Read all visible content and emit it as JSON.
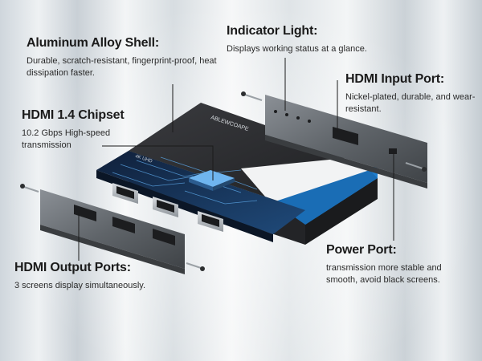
{
  "brand_text": "ABLEWCOAPE",
  "callouts": {
    "shell": {
      "title": "Aluminum Alloy Shell:",
      "desc": "Durable, scratch-resistant, fingerprint-proof, heat dissipation faster."
    },
    "chip": {
      "title": "HDMI 1.4 Chipset",
      "desc": "10.2 Gbps High-speed transmission"
    },
    "light": {
      "title": "Indicator Light:",
      "desc": "Displays working status at a glance."
    },
    "input": {
      "title": "HDMI Input Port:",
      "desc": "Nickel-plated, durable, and wear-resistant."
    },
    "power": {
      "title": "Power Port:",
      "desc": "transmission more stable and smooth, avoid black screens."
    },
    "output": {
      "title": "HDMI Output Ports:",
      "desc": "3 screens display simultaneously."
    }
  },
  "device": {
    "label": "4K UHD"
  },
  "colors": {
    "body": "#2b2c2f",
    "accent": "#1e7fd0",
    "text": "#1b1b1b"
  }
}
